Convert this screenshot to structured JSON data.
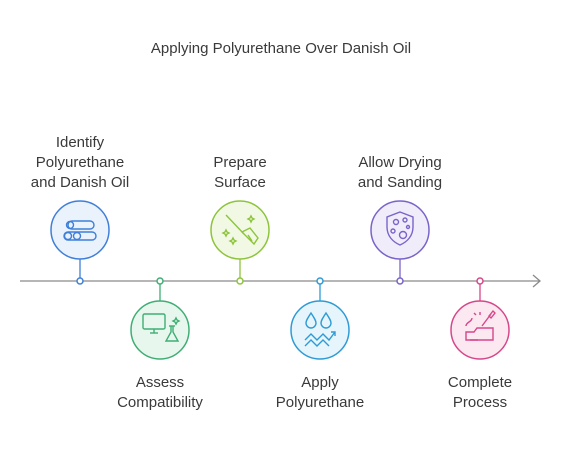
{
  "title": "Applying Polyurethane Over Danish Oil",
  "steps": [
    {
      "label": "Identify\nPolyurethane\nand Danish Oil",
      "icon": "logs-icon",
      "color": "#3f7fd9",
      "fill": "#eaf2fc"
    },
    {
      "label": "Assess\nCompatibility",
      "icon": "computer-flask-icon",
      "color": "#3fae74",
      "fill": "#e8f7ee"
    },
    {
      "label": "Prepare\nSurface",
      "icon": "broom-icon",
      "color": "#8dc43b",
      "fill": "#f1f9e4"
    },
    {
      "label": "Apply\nPolyurethane",
      "icon": "drops-wave-icon",
      "color": "#2e9bd6",
      "fill": "#e6f4fb"
    },
    {
      "label": "Allow Drying\nand Sanding",
      "icon": "shield-dots-icon",
      "color": "#7a63c9",
      "fill": "#f0ecfa"
    },
    {
      "label": "Complete\nProcess",
      "icon": "brush-tray-icon",
      "color": "#d6478a",
      "fill": "#fbe8f1"
    }
  ]
}
